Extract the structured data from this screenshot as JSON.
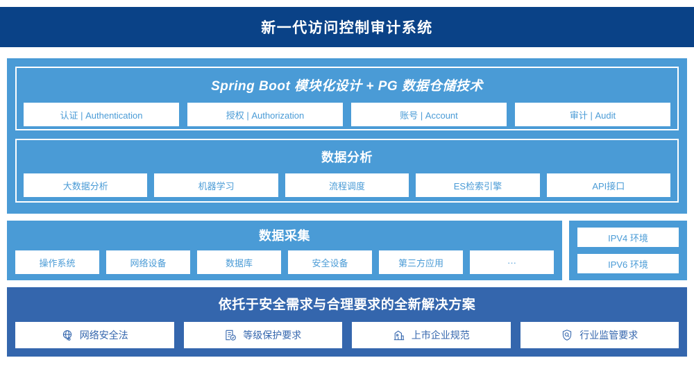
{
  "header": {
    "title": "新一代访问控制审计系统"
  },
  "architecture": {
    "platform": {
      "title": "Spring Boot 模块化设计 + PG 数据仓储技术",
      "cards": [
        "认证 | Authentication",
        "授权 | Authorization",
        "账号 | Account",
        "审计 | Audit"
      ]
    },
    "analysis": {
      "title": "数据分析",
      "cards": [
        "大数据分析",
        "机器学习",
        "流程调度",
        "ES检索引擎",
        "API接口"
      ]
    },
    "collection": {
      "title": "数据采集",
      "cards": [
        "操作系统",
        "网络设备",
        "数据库",
        "安全设备",
        "第三方应用",
        "···"
      ]
    },
    "environments": {
      "cards": [
        "IPV4 环境",
        "IPV6 环境"
      ]
    }
  },
  "compliance": {
    "title": "依托于安全需求与合理要求的全新解决方案",
    "cards": [
      {
        "icon": "globe-icon",
        "label": "网络安全法"
      },
      {
        "icon": "document-check-icon",
        "label": "等级保护要求"
      },
      {
        "icon": "bank-building-icon",
        "label": "上市企业规范"
      },
      {
        "icon": "shield-search-icon",
        "label": "行业监管要求"
      }
    ]
  },
  "colors": {
    "title_bar": "#0a4287",
    "panel_light": "#4a9bd6",
    "panel_dark": "#3466ad",
    "card_bg": "#ffffff",
    "card_text_light": "#4a9bd6",
    "card_text_dark": "#3466ad"
  }
}
